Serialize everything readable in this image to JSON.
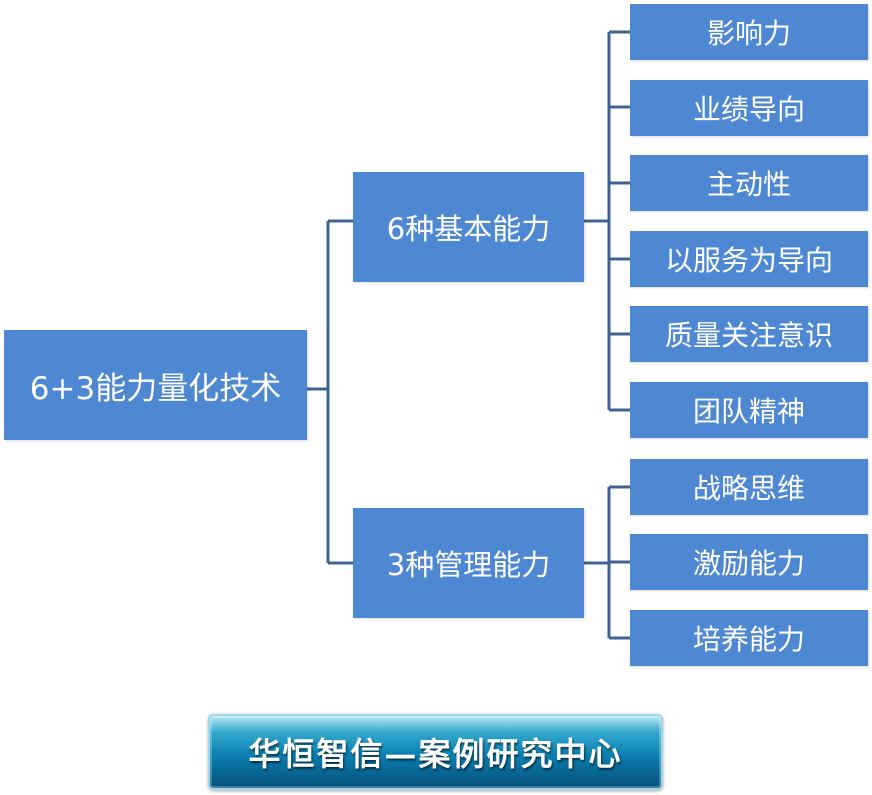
{
  "colors": {
    "box_fill": "#4f88d2",
    "connector": "#3f6390",
    "banner_blue": "#0a7fb0",
    "text": "#ffffff"
  },
  "root": {
    "label": "6+3能力量化技术"
  },
  "groups": [
    {
      "label": "6种基本能力",
      "items": [
        "影响力",
        "业绩导向",
        "主动性",
        "以服务为导向",
        "质量关注意识",
        "团队精神"
      ]
    },
    {
      "label": "3种管理能力",
      "items": [
        "战略思维",
        "激励能力",
        "培养能力"
      ]
    }
  ],
  "banner": {
    "text": "华恒智信—案例研究中心"
  }
}
